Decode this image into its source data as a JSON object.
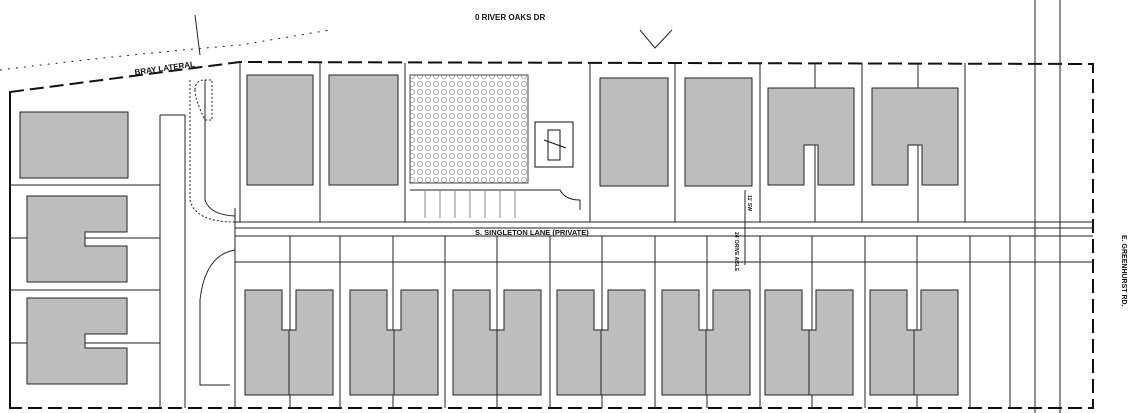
{
  "labels": {
    "north_street": "0 RIVER OAKS DR",
    "canal": "BRAY LATERAL",
    "lane": "S. SINGLETON LANE (PRIVATE)",
    "east_street": "E. GREENHURST RD.",
    "dim_top": "11' SW",
    "dim_road": "24' DRIVE AISLE"
  },
  "colors": {
    "building": "#bdbdbd",
    "line": "#222222"
  }
}
